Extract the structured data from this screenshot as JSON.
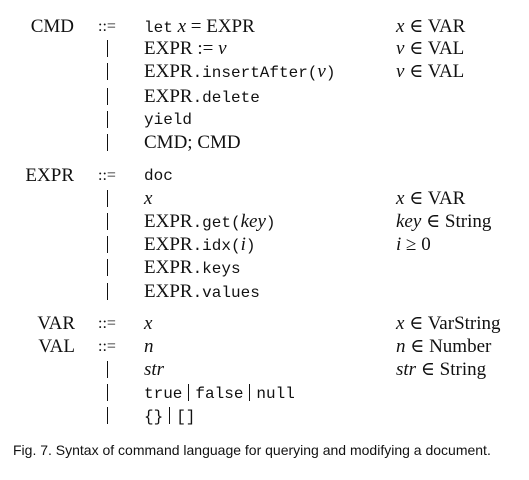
{
  "grammar": {
    "cmd": {
      "name": "CMD",
      "def": "::=",
      "let_kw": "let",
      "let_var": "x",
      "let_eq": "=",
      "let_expr": "EXPR",
      "let_side_var": "x",
      "let_side_in": "∈",
      "let_side_set": "VAR",
      "assign_expr": "EXPR",
      "assign_op": ":=",
      "assign_val": "v",
      "assign_side_var": "v",
      "assign_side_in": "∈",
      "assign_side_set": "VAL",
      "insert_expr": "EXPR",
      "insert_method": ".insertAfter(",
      "insert_arg": "v",
      "insert_close": ")",
      "insert_side_var": "v",
      "insert_side_in": "∈",
      "insert_side_set": "VAL",
      "delete_expr": "EXPR",
      "delete_method": ".delete",
      "yield_kw": "yield",
      "seq": "CMD; CMD"
    },
    "expr": {
      "name": "EXPR",
      "def": "::=",
      "doc_kw": "doc",
      "var": "x",
      "var_side_var": "x",
      "var_side_in": "∈",
      "var_side_set": "VAR",
      "get_expr": "EXPR",
      "get_method": ".get(",
      "get_arg": "key",
      "get_close": ")",
      "get_side_var": "key",
      "get_side_in": "∈",
      "get_side_set": "String",
      "idx_expr": "EXPR",
      "idx_method": ".idx(",
      "idx_arg": "i",
      "idx_close": ")",
      "idx_side_var": "i",
      "idx_side_op": "≥",
      "idx_side_num": "0",
      "keys_expr": "EXPR",
      "keys_method": ".keys",
      "values_expr": "EXPR",
      "values_method": ".values"
    },
    "var": {
      "name": "VAR",
      "def": "::=",
      "prod": "x",
      "side_var": "x",
      "side_in": "∈",
      "side_set": "VarString"
    },
    "val": {
      "name": "VAL",
      "def": "::=",
      "num": "n",
      "num_side_var": "n",
      "num_side_in": "∈",
      "num_side_set": "Number",
      "str": "str",
      "str_side_var": "str",
      "str_side_in": "∈",
      "str_side_set": "String",
      "lit_true": "true",
      "lit_false": "false",
      "lit_null": "null",
      "lit_obj": "{}",
      "lit_arr": "[]"
    }
  },
  "caption": "Fig. 7. Syntax of command language for querying and modifying a document."
}
